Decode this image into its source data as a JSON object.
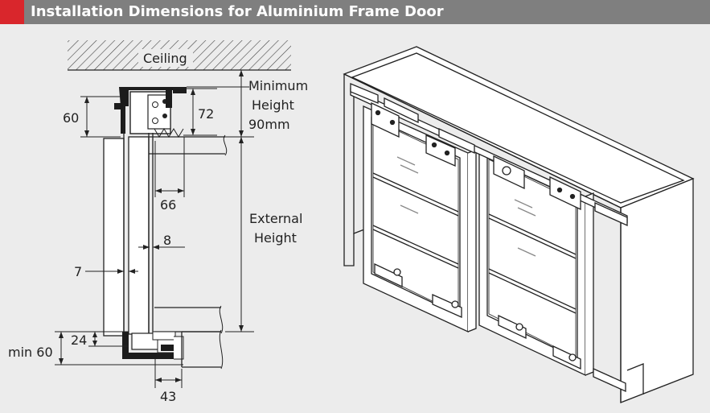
{
  "header": {
    "title": "Installation Dimensions for Aluminium Frame Door",
    "accent_color": "#d9262c",
    "bar_color": "#7f7f7f"
  },
  "section": {
    "ceiling": "Ceiling",
    "min_height_line1": "Minimum",
    "min_height_line2": "Height",
    "min_height_line3": "90mm",
    "external_height_line1": "External",
    "external_height_line2": "Height"
  },
  "dimensions": {
    "d60": "60",
    "d72": "72",
    "d66": "66",
    "d8": "8",
    "d7": "7",
    "d24": "24",
    "dmin60": "min 60",
    "d43": "43"
  }
}
